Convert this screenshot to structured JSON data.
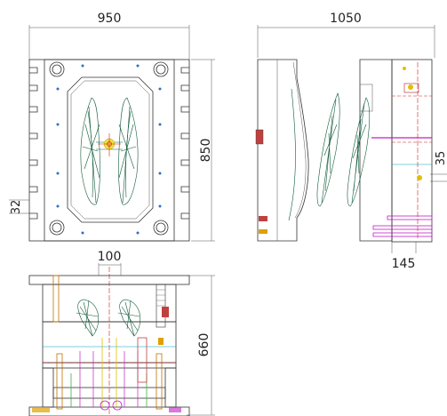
{
  "dimensions": {
    "top_width": "950",
    "side_width": "1050",
    "top_height": "850",
    "front_height": "660",
    "plate_offset": "32",
    "side_small": "35",
    "side_bottom": "145",
    "front_top": "100"
  },
  "colors": {
    "part": "#0f5a3a",
    "center_line": "#d02020",
    "pin": "#c020c0",
    "accent": "#e0c000"
  }
}
